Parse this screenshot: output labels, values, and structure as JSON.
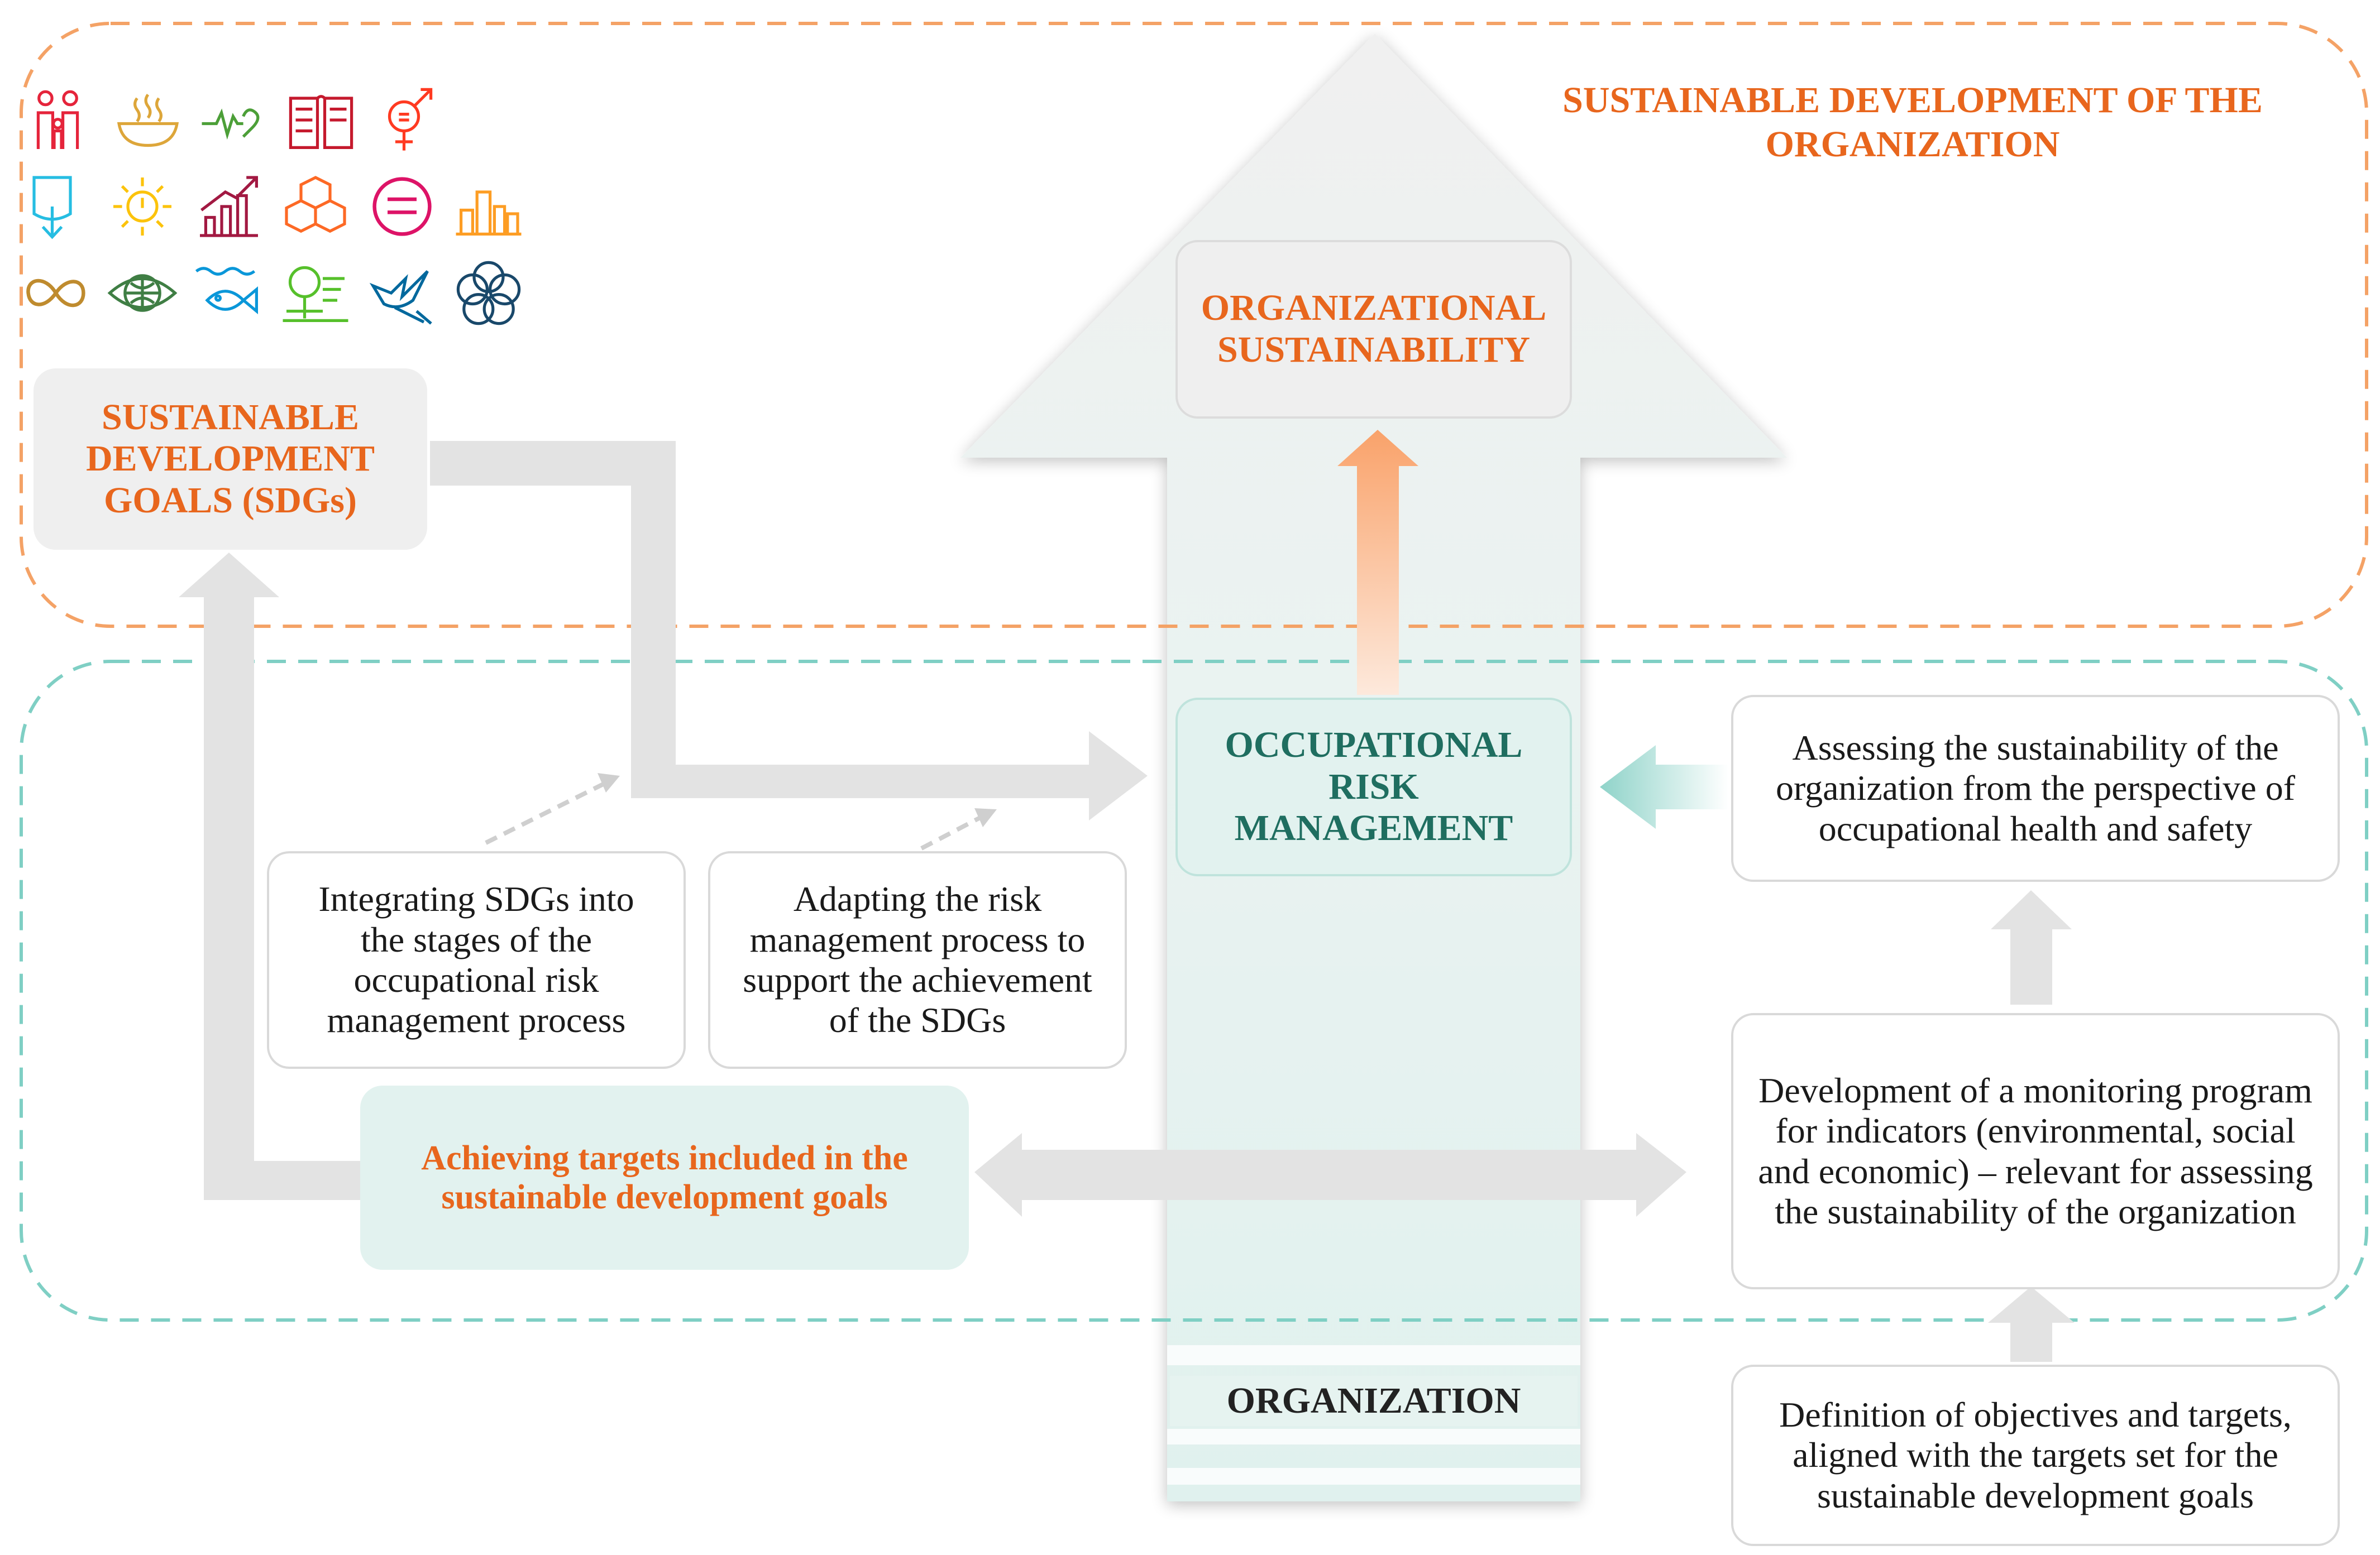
{
  "header": {
    "title": "SUSTAINABLE DEVELOPMENT OF THE ORGANIZATION"
  },
  "boxes": {
    "org_sustainability": "ORGANIZATIONAL SUSTAINABILITY",
    "sdgs": "SUSTAINABLE DEVELOPMENT GOALS (SDGs)",
    "orm": "OCCUPATIONAL RISK MANAGEMENT",
    "assessing": "Assessing the sustainability of the organization from the perspective of occupational health and safety",
    "integrating": "Integrating SDGs into the stages of the occupational risk management process",
    "adapting": "Adapting the risk management process to support the achievement of the SDGs",
    "achieving": "Achieving targets included in the sustainable development goals",
    "monitoring": "Development of a monitoring program for indicators (environmental, social and economic) – relevant for assessing the sustainability of the organization",
    "organization": "ORGANIZATION",
    "definition": "Definition of objectives and targets, aligned with the targets set for the sustainable development goals"
  },
  "icons": [
    {
      "name": "family-icon",
      "color": "#e5243b"
    },
    {
      "name": "food-bowl-icon",
      "color": "#dda63a"
    },
    {
      "name": "heartbeat-icon",
      "color": "#4c9f38"
    },
    {
      "name": "book-icon",
      "color": "#c5192d"
    },
    {
      "name": "gender-equality-icon",
      "color": "#ff3a21"
    },
    {
      "name": "water-drop-icon",
      "color": "#26bde2"
    },
    {
      "name": "sun-energy-icon",
      "color": "#fcc30b"
    },
    {
      "name": "growth-chart-icon",
      "color": "#a21942"
    },
    {
      "name": "cubes-innovation-icon",
      "color": "#fd6925"
    },
    {
      "name": "equality-icon",
      "color": "#dd1367"
    },
    {
      "name": "city-buildings-icon",
      "color": "#fd9d24"
    },
    {
      "name": "infinity-recycle-icon",
      "color": "#bf8b2e"
    },
    {
      "name": "globe-eye-icon",
      "color": "#3f7e44"
    },
    {
      "name": "fish-water-icon",
      "color": "#0a97d9"
    },
    {
      "name": "tree-land-icon",
      "color": "#56c02b"
    },
    {
      "name": "dove-justice-icon",
      "color": "#00689d"
    },
    {
      "name": "partnership-flower-icon",
      "color": "#19486a"
    }
  ],
  "colors": {
    "orange": "#e8661d",
    "teal": "#1f6e60",
    "orange_dash": "#f4a266",
    "teal_dash": "#7fcfc4",
    "grey": "#e6e6e6"
  }
}
